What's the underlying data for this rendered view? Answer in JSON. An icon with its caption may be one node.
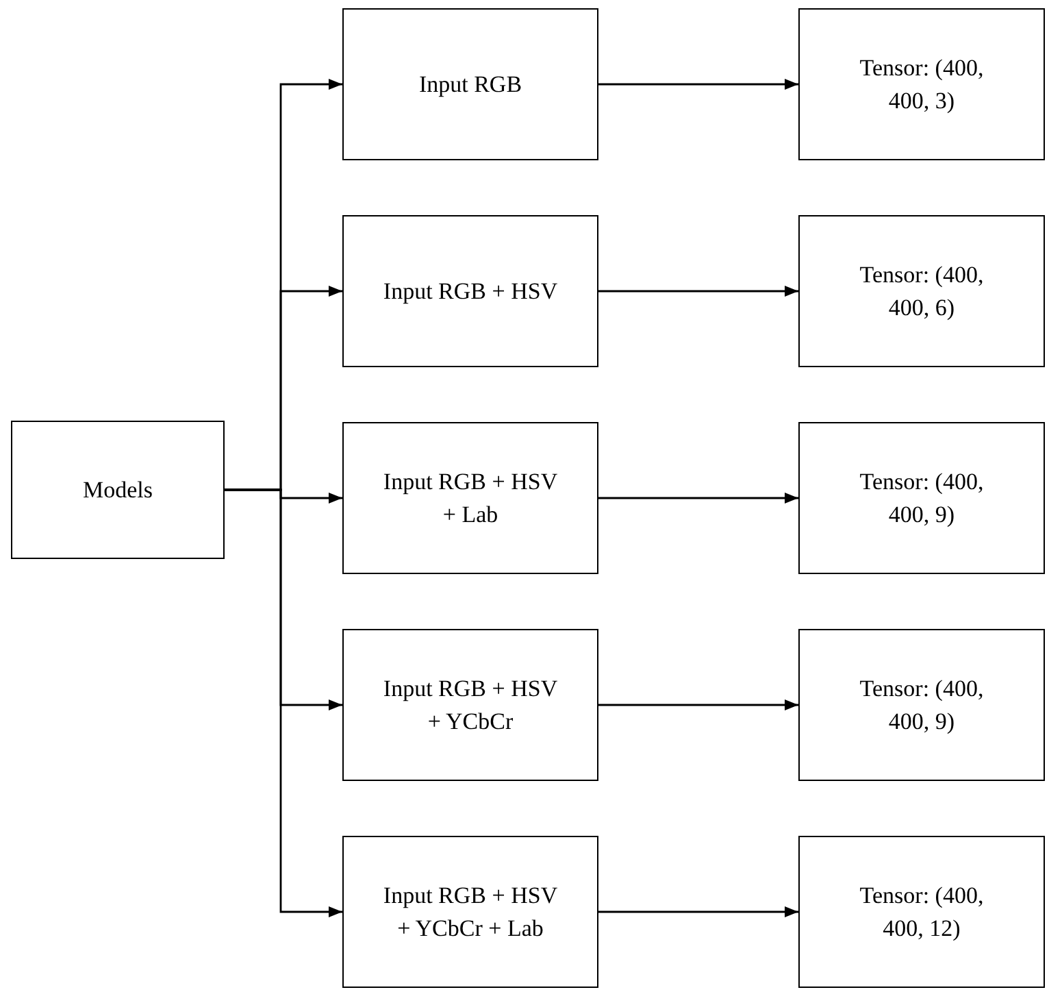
{
  "diagram": {
    "nodes": [
      {
        "text": [
          "Models"
        ]
      },
      {
        "text": [
          "Input RGB"
        ]
      },
      {
        "text": [
          "Tensor: (400, 400, 3)"
        ]
      },
      {
        "text": [
          "Input RGB + HSV"
        ]
      },
      {
        "text": [
          "Tensor: (400, 400, 6)"
        ]
      },
      {
        "text": [
          "Input RGB + HSV + Lab"
        ]
      },
      {
        "text": [
          "Tensor: (400, 400, 9)"
        ]
      },
      {
        "text": [
          "Input RGB + HSV + YCbCr"
        ]
      },
      {
        "text": [
          "Tensor: (400, 400, 9)"
        ]
      },
      {
        "text": [
          "Input RGB + HSV + YCbCr + Lab"
        ]
      },
      {
        "text": [
          "Tensor: (400, 400, 12)"
        ]
      }
    ],
    "edges": [
      {
        "from": 0,
        "to": 1,
        "arrow": "to"
      },
      {
        "from": 0,
        "to": 3,
        "arrow": "to"
      },
      {
        "from": 0,
        "to": 5,
        "arrow": "to"
      },
      {
        "from": 0,
        "to": 7,
        "arrow": "to"
      },
      {
        "from": 0,
        "to": 9,
        "arrow": "to"
      },
      {
        "from": 1,
        "to": 2,
        "arrow": "to"
      },
      {
        "from": 3,
        "to": 4,
        "arrow": "to"
      },
      {
        "from": 5,
        "to": 6,
        "arrow": "to"
      },
      {
        "from": 7,
        "to": 8,
        "arrow": "to"
      },
      {
        "from": 9,
        "to": 10,
        "arrow": "to"
      }
    ]
  }
}
